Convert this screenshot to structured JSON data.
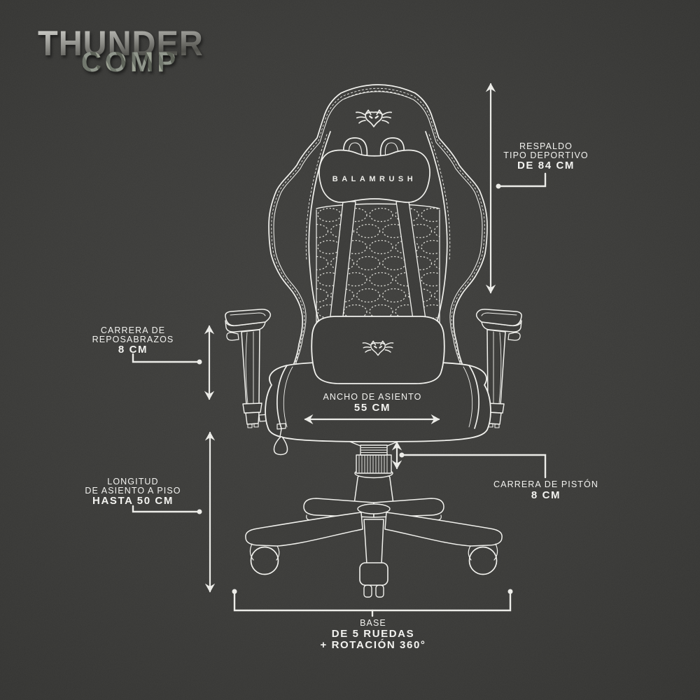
{
  "page": {
    "background": "#3a3a38",
    "line_color": "#f1f1ed",
    "text_color": "#f3f3f0"
  },
  "brand": {
    "top": "THUNDER",
    "bottom": "COMP"
  },
  "chair": {
    "pillow_brand": "BALAMRUSH"
  },
  "annotations": {
    "respaldo": {
      "l1": "RESPALDO",
      "l2": "TIPO DEPORTIVO",
      "l3": "DE 84 CM"
    },
    "reposabrazos": {
      "l1": "CARRERA DE",
      "l2": "REPOSABRAZOS",
      "l3": "8 CM"
    },
    "asiento": {
      "l1": "ANCHO DE ASIENTO",
      "l2": "55 CM"
    },
    "longitud": {
      "l1": "LONGITUD",
      "l2": "DE ASIENTO A PISO",
      "l3": "HASTA 50 CM"
    },
    "piston": {
      "l1": "CARRERA DE PISTÓN",
      "l2": "8 CM"
    },
    "base": {
      "l1": "BASE",
      "l2": "DE 5 RUEDAS",
      "l3": "+ ROTACIÓN 360°"
    }
  },
  "measurements": [
    {
      "label": "Respaldo tipo deportivo",
      "value": "84 cm"
    },
    {
      "label": "Carrera de reposabrazos",
      "value": "8 cm"
    },
    {
      "label": "Ancho de asiento",
      "value": "55 cm"
    },
    {
      "label": "Longitud de asiento a piso",
      "value": "hasta 50 cm"
    },
    {
      "label": "Carrera de pistón",
      "value": "8 cm"
    },
    {
      "label": "Base",
      "value": "5 ruedas + rotación 360°"
    }
  ]
}
